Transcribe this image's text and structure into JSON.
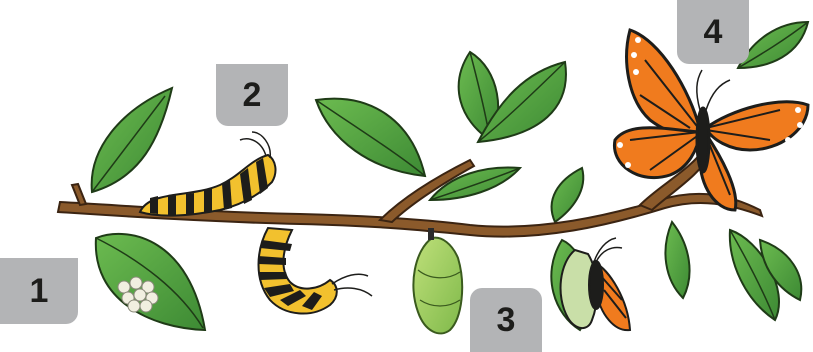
{
  "stages": [
    {
      "number": "1",
      "name": "eggs"
    },
    {
      "number": "2",
      "name": "caterpillar"
    },
    {
      "number": "3",
      "name": "chrysalis"
    },
    {
      "number": "4",
      "name": "butterfly"
    }
  ],
  "colors": {
    "label_box": "#b3b4b6",
    "label_text": "#1d1d1b",
    "branch": "#8b5a2b",
    "leaf": "#52a043",
    "butterfly_orange": "#f07b1e",
    "chrysalis_green": "#9acd5a"
  }
}
